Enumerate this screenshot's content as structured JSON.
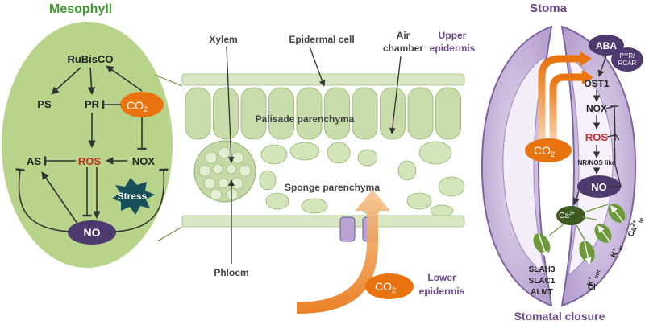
{
  "mesophyll": {
    "title": "Mesophyll",
    "rubisco": "RuBisCO",
    "ps": "PS",
    "pr": "PR",
    "co2": "CO",
    "co2_sub": "2",
    "as": "AS",
    "ros": "ROS",
    "nox": "NOX",
    "stress": "Stress",
    "no": "NO"
  },
  "leaf": {
    "xylem": "Xylem",
    "epidermal_cell": "Epidermal  cell",
    "air_chamber_1": "Air",
    "air_chamber_2": "chamber",
    "upper_epidermis_1": "Upper",
    "upper_epidermis_2": "epidermis",
    "palisade": "Palisade parenchyma",
    "sponge": "Sponge parenchyma",
    "phloem": "Phloem",
    "co2": "CO",
    "co2_sub": "2",
    "lower_epidermis_1": "Lower",
    "lower_epidermis_2": "epidermis"
  },
  "stoma": {
    "title": "Stoma",
    "aba": "ABA",
    "pyr_1": "PYR/",
    "pyr_2": "RCAR",
    "ost1": "OST1",
    "nox": "NOX",
    "ros": "ROS",
    "nr_nos": "NR/NOS like",
    "no": "NO",
    "co2": "CO",
    "co2_sub": "2",
    "ca": "Ca",
    "ca_sup": "2+",
    "ca_in": "Ca",
    "ca_in_sup": "2+",
    "ca_in_sub": "in",
    "k_in": "K",
    "k_in_sup": "+",
    "k_in_sub": "in",
    "k_out": "K",
    "k_out_sup": "+",
    "k_out_sub": "out",
    "cl": "Cl",
    "cl_sup": "-",
    "slah3": "SLAH3",
    "slac1": "SLAC1",
    "almt": "ALMT",
    "closure": "Stomatal closure"
  },
  "colors": {
    "green_title": "#3f9a2f",
    "purple_title": "#6a4a8a",
    "mesophyll_fill": "#b8d48a",
    "orange": "#e8730f",
    "no_purple": "#4e3a6e",
    "ros_red": "#c62828",
    "leaf_green": "#c9dcab",
    "guard_cell": "#c9b6dc",
    "channel_green": "#6d9a3a"
  }
}
